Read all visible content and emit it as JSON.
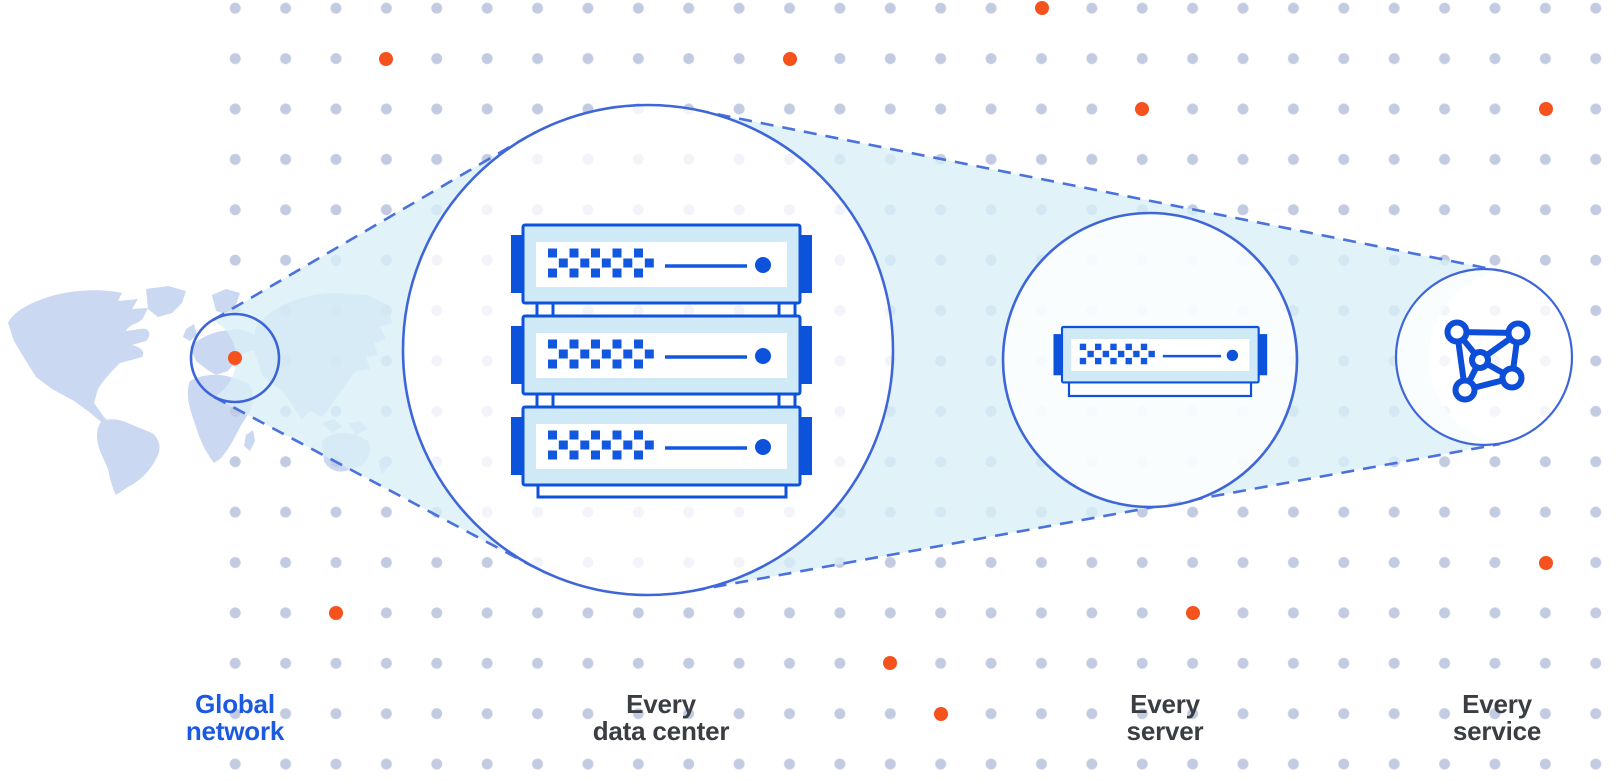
{
  "diagram": {
    "stages": [
      {
        "name": "global-network",
        "line1": "Global",
        "line2": "network",
        "emphasized": true
      },
      {
        "name": "data-center",
        "line1": "Every",
        "line2": "data center",
        "emphasized": false
      },
      {
        "name": "server",
        "line1": "Every",
        "line2": "server",
        "emphasized": false
      },
      {
        "name": "service",
        "line1": "Every",
        "line2": "service",
        "emphasized": false
      }
    ],
    "rack_units": 3,
    "mesh_nodes": 5,
    "icons": {
      "map": "world-map",
      "origin": "location-dot",
      "rack": "server-rack",
      "unit": "server-unit",
      "mesh": "network-mesh-icon"
    },
    "colors": {
      "accent_orange": "#f5521d",
      "outline_blue": "#3e66d9",
      "dashed_blue": "#4a71dc",
      "server_dark_blue": "#0d52da",
      "server_light_blue": "#cfe9f7",
      "label_blue": "#1b59e0",
      "label_gray": "#3a3d42",
      "grid_dot": "#c2cbe1",
      "beam_fill": "#d9f0f7",
      "map_fill": "#cbd8f2"
    }
  }
}
